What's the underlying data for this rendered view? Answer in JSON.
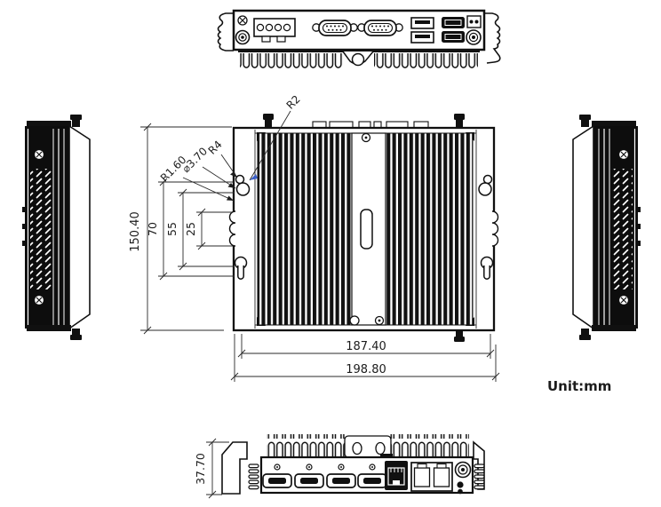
{
  "drawing": {
    "unit_note": "Unit:mm",
    "front_view": {
      "radius_labels": {
        "r2": "R2",
        "r4": "R4",
        "hole_dia": "⌀3.70",
        "slot_radius": "R1.60"
      },
      "dimensions": {
        "overall_height": "150.40",
        "keyhole_span": "70",
        "mid_span": "55",
        "notch_span": "25",
        "mount_width": "187.40",
        "overall_width": "198.80"
      }
    },
    "bottom_view": {
      "dimensions": {
        "overall_depth": "37.70"
      }
    }
  }
}
